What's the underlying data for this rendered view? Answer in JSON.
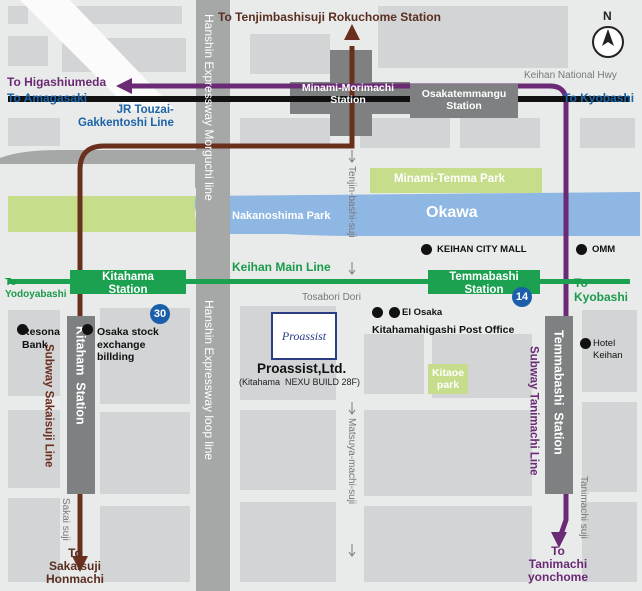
{
  "compass": "N",
  "roads": {
    "hanshin_morguchi": "Hanshin Expressway Morguchi line",
    "hanshin_loop": "Hanshin Expressway loop line",
    "keihan_national": "Keihan National Hwy",
    "tenjin": "Tenjin-bashi-suji",
    "tosabori": "Tosabori Dori",
    "matsuya": "Matsuya-machi-suji",
    "sakai": "Sakai suji",
    "tanimachi": "Tanimachi suji"
  },
  "lines": {
    "jr_touzai": "JR Touzai-\nGakkentoshi Line",
    "keihan_main": "Keihan Main Line",
    "subway_sakaisuji": "Subway Sakaisuji Line",
    "subway_tanimachi": "Subway Tanimachi Line"
  },
  "stations": {
    "minami_morimachi": "Minami-Morimachi\nStation",
    "osakatemmangu": "Osakatemmangu\nStation",
    "kitahama_keihan": "Kitahama\nStation",
    "temmabashi_keihan": "Temmabashi\nStation",
    "kitahama_subway": "Kitaham  Station",
    "temmabashi_subway": "Temmabashi  Station"
  },
  "directions": {
    "rokuchome": "To Tenjimbashisuji Rokuchome Station",
    "higashiumeda": "To Higashiumeda",
    "amagasaki": "To Amagasaki",
    "kyobashi_jr": "To Kyobashi",
    "yodoyabashi": "To\nYodoyabashi",
    "kyobashi_keihan": "To\nKyobashi",
    "sakaisuji_honmachi": "To\nSakaisuji\nHonmachi",
    "tanimachi_yonchome": "To\nTanimachi\nyonchome"
  },
  "parks": {
    "minami_temma": "Minami-Temma Park",
    "nakanoshima": "Nakanoshima Park",
    "kitaoe": "Kitaoe\npark"
  },
  "river": "Okawa",
  "landmarks": {
    "keihan_city_mall": "KEIHAN CITY MALL",
    "omm": "OMM",
    "resona": "Resona\nBank",
    "osaka_stock": "Osaka stock\nexchange\nbillding",
    "ei_osaka": "El Osaka",
    "post_office": "Kitahamahigashi Post Office",
    "hotel_keihan": "Hotel\nKeihan"
  },
  "exits": {
    "kitahama": "30",
    "temmabashi": "14"
  },
  "company": {
    "logo": "Proassist",
    "name": "Proassist,Ltd.",
    "building": "(Kitahama  NEXU BUILD 28F)"
  },
  "colors": {
    "jr_line": "#111111",
    "keihan_line": "#1ba14f",
    "sakaisuji_line": "#6b2f1e",
    "tanimachi_line": "#6a2a74",
    "expressway": "#a6a8a8",
    "station_box": "#7e8081",
    "park": "#c6dd8b",
    "river": "#8fb7e3",
    "exit_badge": "#1b5eaa"
  }
}
